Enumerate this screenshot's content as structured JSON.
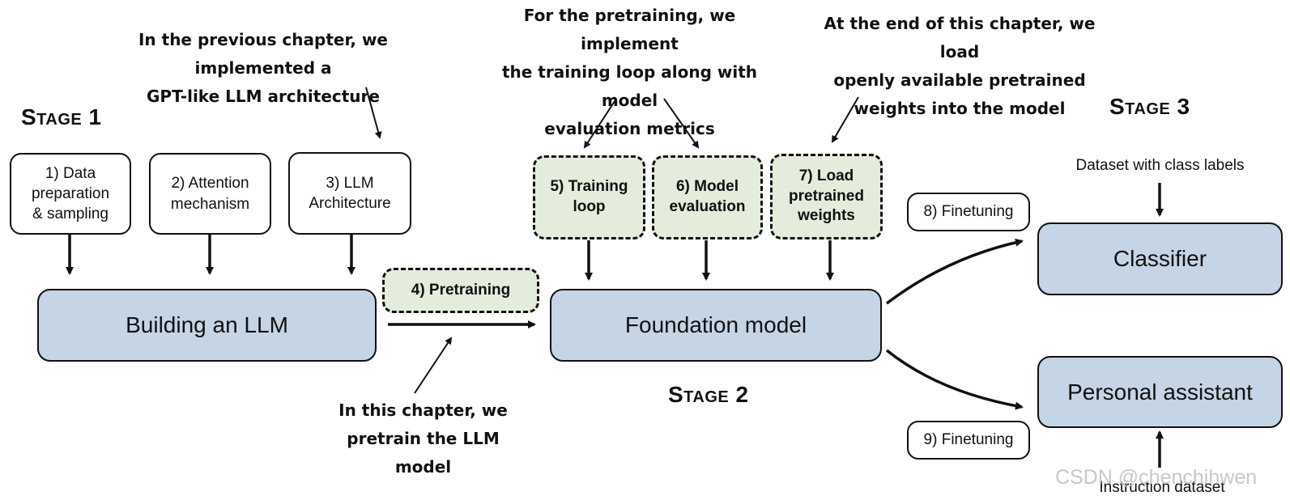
{
  "stages": {
    "stage1": "Stage 1",
    "stage2": "Stage 2",
    "stage3": "Stage 3"
  },
  "steps": [
    {
      "id": "data-prep",
      "text": "1) Data\npreparation\n& sampling"
    },
    {
      "id": "attention",
      "text": "2) Attention\nmechanism"
    },
    {
      "id": "architecture",
      "text": "3) LLM\nArchitecture"
    },
    {
      "id": "pretraining",
      "text": "4) Pretraining"
    },
    {
      "id": "training-loop",
      "text": "5) Training\nloop"
    },
    {
      "id": "model-eval",
      "text": "6) Model\nevaluation"
    },
    {
      "id": "load-weights",
      "text": "7) Load\npretrained\nweights"
    },
    {
      "id": "finetune-8",
      "text": "8) Finetuning"
    },
    {
      "id": "finetune-9",
      "text": "9) Finetuning"
    }
  ],
  "main_nodes": {
    "building": "Building an LLM",
    "foundation": "Foundation model",
    "classifier": "Classifier",
    "assistant": "Personal assistant"
  },
  "inputs": {
    "class_labels": "Dataset with class labels",
    "instruction": "Instruction dataset"
  },
  "notes": {
    "previous_chapter": "In the previous chapter, we implemented a\nGPT-like LLM architecture",
    "pretraining_impl": "For the pretraining, we implement\nthe training loop along with model\nevaluation metrics",
    "load_weights": "At the end of this chapter, we load\nopenly available pretrained\nweights into the model",
    "this_chapter": "In this chapter, we\npretrain the LLM model"
  },
  "watermark": "CSDN @chenchihwen",
  "colors": {
    "main_fill": "#c5d5e6",
    "dashed_fill": "#e4ecdc",
    "stroke": "#111111"
  }
}
